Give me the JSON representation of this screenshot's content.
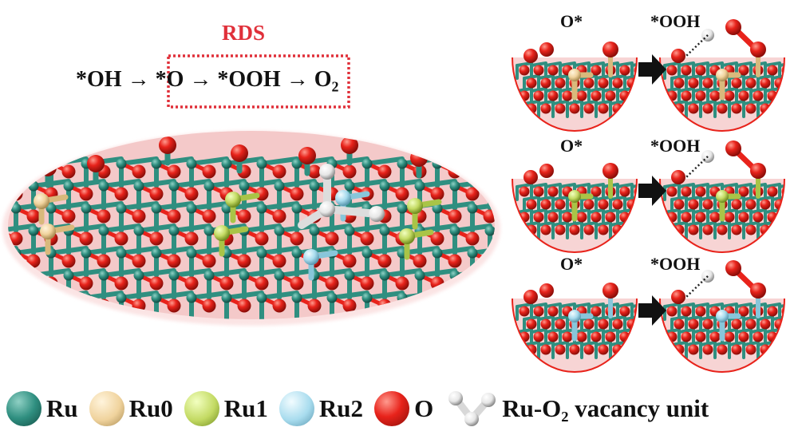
{
  "header": {
    "rds_label": "RDS",
    "eq": {
      "oh": "*OH",
      "arrow1": "→",
      "o": "*O",
      "arrow2": "→",
      "ooh": "*OOH",
      "arrow3": "→",
      "o2_base": "O",
      "o2_sub": "2"
    }
  },
  "panels": [
    {
      "left_label": "O*",
      "right_label": "*OOH",
      "center_color": "#f3d69f"
    },
    {
      "left_label": "O*",
      "right_label": "*OOH",
      "center_color": "#c9e06c"
    },
    {
      "left_label": "O*",
      "right_label": "*OOH",
      "center_color": "#b9e6f4"
    }
  ],
  "legend": [
    {
      "label": "Ru",
      "color": "#2f8f80"
    },
    {
      "label": "Ru0",
      "color": "#f0d39d"
    },
    {
      "label": "Ru1",
      "color": "#c3da63"
    },
    {
      "label": "Ru2",
      "color": "#a8dcee"
    },
    {
      "label": "O",
      "color": "#e8231b"
    },
    {
      "label": "Ru-O₂ vacancy unit",
      "color": "#eeeeee"
    }
  ],
  "colors": {
    "ru": "#2f8f80",
    "ru0": "#f0d39d",
    "ru1": "#c3da63",
    "ru2": "#a8dcee",
    "o": "#e8231b",
    "vacancy": "#eeeeee",
    "rds_box": "#e0303a",
    "arrow": "#111111"
  }
}
